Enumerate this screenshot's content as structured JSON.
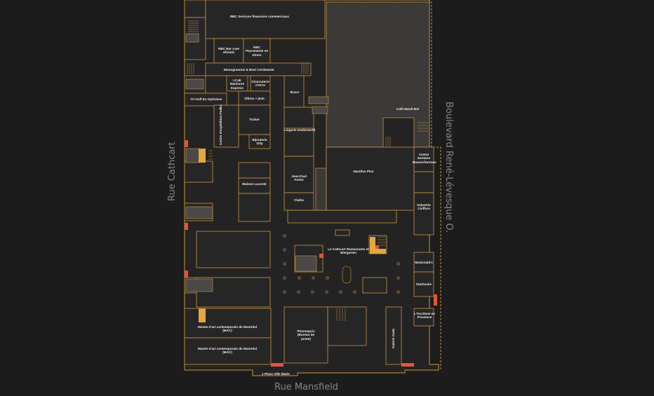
{
  "colors": {
    "background": "#1d1c1c",
    "wall": "#c9953f",
    "room_fill": "#272626",
    "highlight_zone": "#3b3a39",
    "grey_block": "#4a4948",
    "entrance": "#e0563a",
    "accent_yellow": "#e3a83d",
    "street_text": "#8a8784",
    "label_text": "#f1ede6"
  },
  "streets": {
    "west": "Rue Cathcart",
    "east": "Boulevard René-Lévesque O.",
    "south": "Rue Mansfield"
  },
  "labels": {
    "rbc_services": "RBC Services financiers commerciaux",
    "rbc_bar": "RBC Bar ruee\nclimatic",
    "rbc_placements": "RBC\nPlacements en\nDirect",
    "monogramme": "Monogramme & Best Cordonnier",
    "lcab": "LCab\nManicure\nExpress",
    "charcuteria": "Charcuterie\nCOCO",
    "tri_golf": "Tri Golf Ex Opticiens",
    "bravo": "Bravo",
    "bubble_tea": "Sibrax + jean",
    "centre_depot": "Centre d'expédition FedEx",
    "tricker": "Tricker",
    "bijouterie": "Bijouterie\nOrly",
    "cafe": "Café Mardi-Bel",
    "lingerie": "Lingerie Underworld",
    "maison_lacoste": "Maison Lacoste",
    "jean_paul": "Jean-Paul\nFortin",
    "clarks": "Clarks",
    "nautilus": "Nautilus Plus",
    "dentiste": "Centre\nDentaire\nBeaver/Sermon",
    "industrie_coiffure": "Industrie\nCoiffure",
    "le_cathcart": "Le Cathcart Restaurants et\nBiergarten",
    "mcdonalds": "McDonald's",
    "starbucks": "Starbucks",
    "occitane": "L'Occitane en\nProvence",
    "musee_1": "Musée d'art contemporain de Montréal\n(MAC)",
    "musee_2": "Musée d'art contemporain de Montréal\n(MAC)",
    "pharmaprix": "Pharmaprix\n(Bureau de\nposte)",
    "galerie_cadeau": "Galerie Cado",
    "place_ville_marie": "1 Place Ville Marie"
  }
}
